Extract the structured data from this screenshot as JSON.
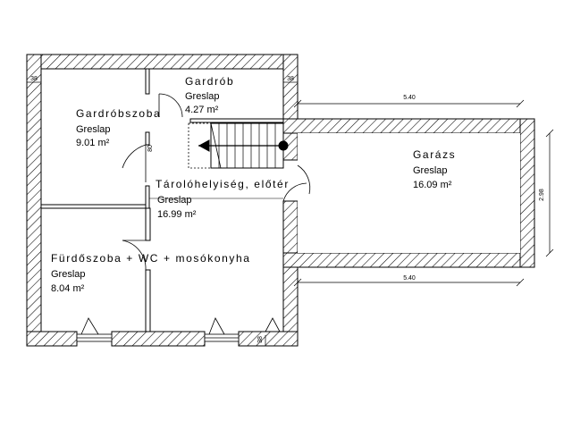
{
  "rooms": {
    "gardrob_small": {
      "name": "Gardrób",
      "floor": "Greslap",
      "area": "4.27 m²"
    },
    "gardrobszoba": {
      "name": "Gardróbszoba",
      "floor": "Greslap",
      "area": "9.01 m²"
    },
    "tarolo": {
      "name": "Tárolóhelyiség, előtér",
      "floor": "Greslap",
      "area": "16.99 m²"
    },
    "furdo": {
      "name": "Fürdőszoba + WC + mosókonyha",
      "floor": "Greslap",
      "area": "8.04 m²"
    },
    "garazs": {
      "name": "Garázs",
      "floor": "Greslap",
      "area": "16.09 m²"
    }
  },
  "dimensions": {
    "garage_top": "5.40",
    "garage_bottom": "5.40",
    "garage_side": "2.98",
    "wall_tl": "38",
    "wall_tr": "38",
    "wall_br": "38",
    "door_small": "80"
  },
  "colors": {
    "line": "#000000",
    "background": "#ffffff"
  }
}
